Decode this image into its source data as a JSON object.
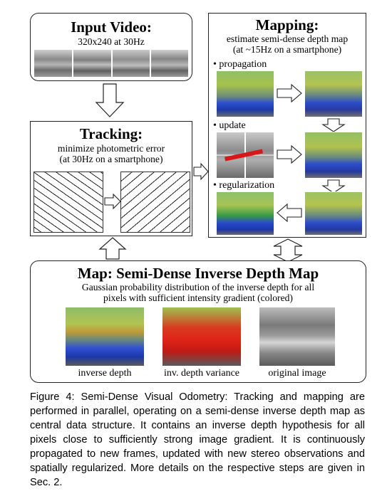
{
  "input_video": {
    "title": "Input Video:",
    "subtitle": "320x240 at 30Hz"
  },
  "mapping": {
    "title": "Mapping:",
    "subtitle_line1": "estimate semi-dense depth map",
    "subtitle_line2": "(at ~15Hz on a smartphone)",
    "steps": [
      "• propagation",
      "• update",
      "• regularization"
    ]
  },
  "tracking": {
    "title": "Tracking:",
    "subtitle_line1": "minimize photometric error",
    "subtitle_line2": "(at 30Hz on a smartphone)"
  },
  "map": {
    "title": "Map: Semi-Dense Inverse Depth Map",
    "desc_line1": "Gaussian probability distribution of the inverse depth for all",
    "desc_line2": "pixels with sufficient intensity gradient (colored)",
    "images": [
      "inverse depth",
      "inv. depth variance",
      "original image"
    ]
  },
  "caption": "Figure 4: Semi-Dense Visual Odometry: Tracking and mapping are performed in parallel, operating on a semi-dense inverse depth map as central data structure. It contains an inverse depth hypothesis for all pixels close to sufficiently strong image gradient. It is continuously propagated to new frames, updated with new stereo observations and spatially regularized. More details on the respective steps are given in Sec. 2."
}
